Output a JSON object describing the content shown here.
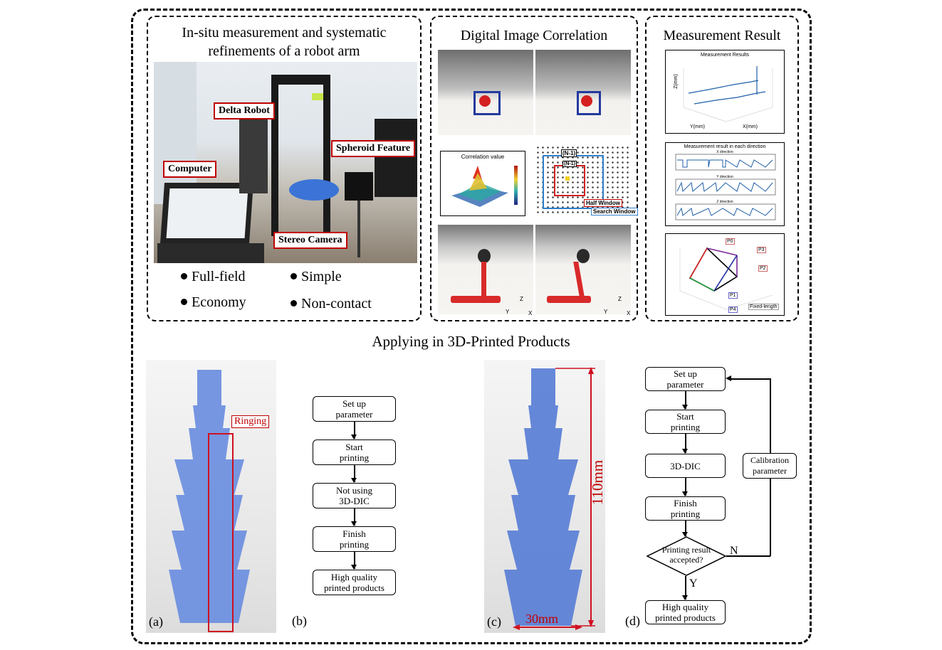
{
  "panels": {
    "robot": {
      "title_line1": "In-situ measurement and systematic",
      "title_line2": "refinements of a robot arm",
      "callouts": {
        "delta_robot": "Delta Robot",
        "spheroid_feature": "Spheroid Feature",
        "computer": "Computer",
        "stereo_camera": "Stereo Camera"
      },
      "bullets": [
        "Full-field",
        "Simple",
        "Economy",
        "Non-contact"
      ]
    },
    "dic": {
      "title": "Digital Image Correlation",
      "correlation_title": "Correlation value",
      "window_labels": {
        "half_window": "Half Window",
        "search_window": "Search Window",
        "n1": "(N-1)",
        "n2": "(N-1)"
      },
      "axis_labels": {
        "z": "Z",
        "y": "Y",
        "x": "X"
      }
    },
    "result": {
      "title": "Measurement Result",
      "chart1": {
        "title": "Measurement Results",
        "xlabel": "X(mm)",
        "ylabel": "Y(mm)",
        "zlabel": "Z(mm)"
      },
      "chart2": {
        "title": "Measurement result in each direction",
        "sub": [
          "X direction",
          "Y direction",
          "Z direction"
        ]
      },
      "chart3": {
        "labels": [
          "P0",
          "P1",
          "P2",
          "P3",
          "P4"
        ],
        "fixed_length": "Fixed-length"
      }
    }
  },
  "section_title": "Applying in 3D-Printed Products",
  "bottom": {
    "a": {
      "label": "(a)",
      "ringing": "Ringing"
    },
    "b": {
      "label": "(b)",
      "steps": [
        [
          "Set up",
          "parameter"
        ],
        [
          "Start",
          "printing"
        ],
        [
          "Not using",
          "3D-DIC"
        ],
        [
          "Finish",
          "printing"
        ],
        [
          "High quality",
          "printed products"
        ]
      ]
    },
    "c": {
      "label": "(c)",
      "height": "110mm",
      "width": "30mm"
    },
    "d": {
      "label": "(d)",
      "steps": [
        [
          "Set up",
          "parameter"
        ],
        [
          "Start",
          "printing"
        ],
        [
          "3D-DIC",
          ""
        ],
        [
          "Finish",
          "printing"
        ]
      ],
      "decision": [
        "Printing result",
        "accepted?"
      ],
      "final": [
        "High quality",
        "printed products"
      ],
      "feedback": [
        "Calibration",
        "parameter"
      ],
      "yes": "Y",
      "no": "N"
    }
  },
  "colors": {
    "accent_red": "#c00000",
    "print_blue": "#5a7fd6",
    "plot_blue": "#1f5fa8"
  }
}
